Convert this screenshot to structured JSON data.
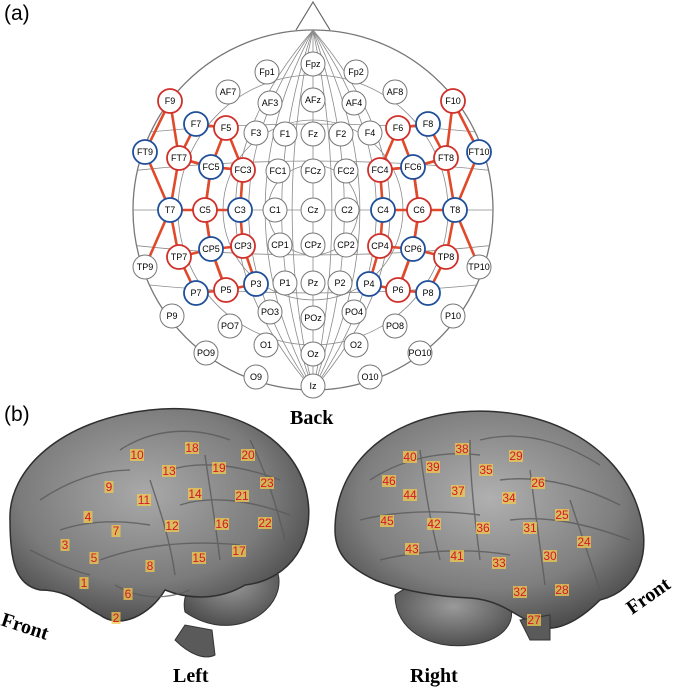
{
  "panels": {
    "a": "(a)",
    "b": "(b)"
  },
  "labels": {
    "back": "Back",
    "left": "Left",
    "right": "Right",
    "front_left": "Front",
    "front_right": "Front"
  },
  "colors": {
    "red_line": "#e04a2a",
    "red_ring": "#d0302a",
    "blue_ring": "#1f4f9a",
    "grey_ring": "#777777",
    "number_red": "#d4162a",
    "number_bg": "#f2c94c"
  },
  "electrodes": [
    {
      "name": "Fpz",
      "ring": "grey"
    },
    {
      "name": "Fp1",
      "ring": "grey"
    },
    {
      "name": "Fp2",
      "ring": "grey"
    },
    {
      "name": "AF7",
      "ring": "grey"
    },
    {
      "name": "AF3",
      "ring": "grey"
    },
    {
      "name": "AFz",
      "ring": "grey"
    },
    {
      "name": "AF4",
      "ring": "grey"
    },
    {
      "name": "AF8",
      "ring": "grey"
    },
    {
      "name": "F9",
      "ring": "red"
    },
    {
      "name": "F7",
      "ring": "blue"
    },
    {
      "name": "F5",
      "ring": "red"
    },
    {
      "name": "F3",
      "ring": "grey"
    },
    {
      "name": "F1",
      "ring": "grey"
    },
    {
      "name": "Fz",
      "ring": "grey"
    },
    {
      "name": "F2",
      "ring": "grey"
    },
    {
      "name": "F4",
      "ring": "grey"
    },
    {
      "name": "F6",
      "ring": "red"
    },
    {
      "name": "F8",
      "ring": "blue"
    },
    {
      "name": "F10",
      "ring": "red"
    },
    {
      "name": "FT9",
      "ring": "blue"
    },
    {
      "name": "FT7",
      "ring": "red"
    },
    {
      "name": "FC5",
      "ring": "blue"
    },
    {
      "name": "FC3",
      "ring": "red"
    },
    {
      "name": "FC1",
      "ring": "grey"
    },
    {
      "name": "FCz",
      "ring": "grey"
    },
    {
      "name": "FC2",
      "ring": "grey"
    },
    {
      "name": "FC4",
      "ring": "red"
    },
    {
      "name": "FC6",
      "ring": "blue"
    },
    {
      "name": "FT8",
      "ring": "red"
    },
    {
      "name": "FT10",
      "ring": "blue"
    },
    {
      "name": "T7",
      "ring": "blue"
    },
    {
      "name": "C5",
      "ring": "red"
    },
    {
      "name": "C3",
      "ring": "blue"
    },
    {
      "name": "C1",
      "ring": "grey"
    },
    {
      "name": "Cz",
      "ring": "grey"
    },
    {
      "name": "C2",
      "ring": "grey"
    },
    {
      "name": "C4",
      "ring": "blue"
    },
    {
      "name": "C6",
      "ring": "red"
    },
    {
      "name": "T8",
      "ring": "blue"
    },
    {
      "name": "TP9",
      "ring": "grey"
    },
    {
      "name": "TP7",
      "ring": "red"
    },
    {
      "name": "CP5",
      "ring": "blue"
    },
    {
      "name": "CP3",
      "ring": "red"
    },
    {
      "name": "CP1",
      "ring": "grey"
    },
    {
      "name": "CPz",
      "ring": "grey"
    },
    {
      "name": "CP2",
      "ring": "grey"
    },
    {
      "name": "CP4",
      "ring": "red"
    },
    {
      "name": "CP6",
      "ring": "blue"
    },
    {
      "name": "TP8",
      "ring": "red"
    },
    {
      "name": "TP10",
      "ring": "grey"
    },
    {
      "name": "P7",
      "ring": "blue"
    },
    {
      "name": "P5",
      "ring": "red"
    },
    {
      "name": "P3",
      "ring": "blue"
    },
    {
      "name": "P1",
      "ring": "grey"
    },
    {
      "name": "Pz",
      "ring": "grey"
    },
    {
      "name": "P2",
      "ring": "grey"
    },
    {
      "name": "P4",
      "ring": "blue"
    },
    {
      "name": "P6",
      "ring": "red"
    },
    {
      "name": "P8",
      "ring": "blue"
    },
    {
      "name": "P9",
      "ring": "grey"
    },
    {
      "name": "PO7",
      "ring": "grey"
    },
    {
      "name": "PO3",
      "ring": "grey"
    },
    {
      "name": "POz",
      "ring": "grey"
    },
    {
      "name": "PO4",
      "ring": "grey"
    },
    {
      "name": "PO8",
      "ring": "grey"
    },
    {
      "name": "P10",
      "ring": "grey"
    },
    {
      "name": "PO9",
      "ring": "grey"
    },
    {
      "name": "O1",
      "ring": "grey"
    },
    {
      "name": "Oz",
      "ring": "grey"
    },
    {
      "name": "O2",
      "ring": "grey"
    },
    {
      "name": "PO10",
      "ring": "grey"
    },
    {
      "name": "O9",
      "ring": "grey"
    },
    {
      "name": "Iz",
      "ring": "grey"
    },
    {
      "name": "O10",
      "ring": "grey"
    }
  ],
  "left_numbers": [
    "1",
    "2",
    "3",
    "4",
    "5",
    "6",
    "7",
    "8",
    "9",
    "10",
    "11",
    "12",
    "13",
    "14",
    "15",
    "16",
    "17",
    "18",
    "19",
    "20",
    "21",
    "22",
    "23"
  ],
  "right_numbers": [
    "24",
    "25",
    "26",
    "27",
    "28",
    "29",
    "30",
    "31",
    "32",
    "33",
    "34",
    "35",
    "36",
    "37",
    "38",
    "39",
    "40",
    "41",
    "42",
    "43",
    "44",
    "45",
    "46"
  ]
}
